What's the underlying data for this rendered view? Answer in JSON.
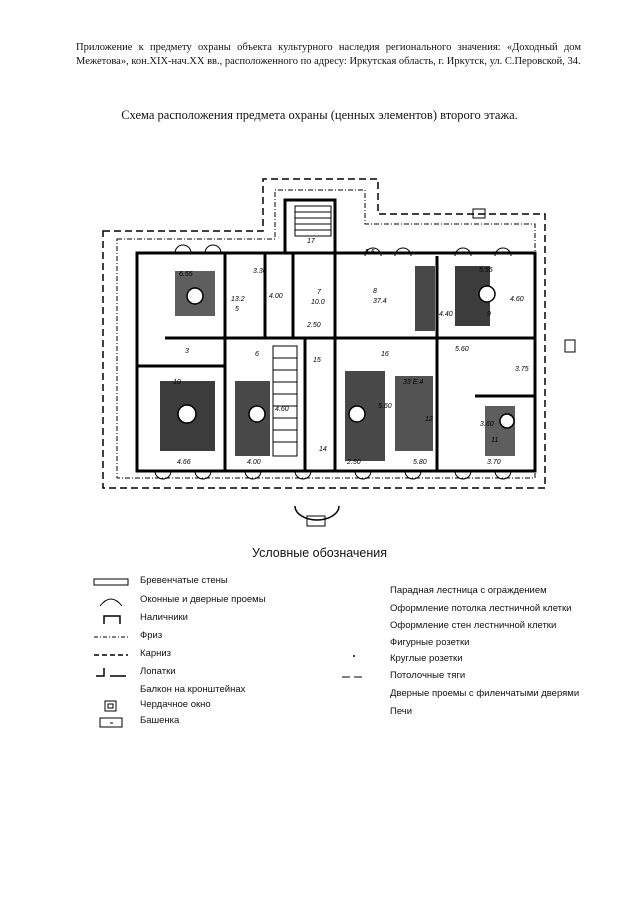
{
  "header": {
    "text": "Приложение к предмету охраны объекта культурного наследия регионального значения: «Доходный дом Межетова», кон.XIX-нач.XX вв., расположенного по адресу: Иркутская область, г. Иркутск, ул. С.Перовской, 34."
  },
  "title": "Схема расположения предмета охраны (ценных элементов) второго этажа.",
  "plan": {
    "room_labels": [
      "17",
      "5.5",
      "3.30",
      "13.2",
      "4.00",
      "10.0",
      "8",
      "37.4",
      "4.40",
      "5.55",
      "9",
      "4.60",
      "6.55",
      "5",
      "7",
      "2.50",
      "3",
      "6",
      "15",
      "16",
      "5.60",
      "3.75",
      "10",
      "4.60",
      "14",
      "5.60",
      "33 E.4",
      "12",
      "3.60",
      "11",
      "4.66",
      "4.00",
      "2.50",
      "5.80",
      "3.70"
    ]
  },
  "legend": {
    "title": "Условные обозначения",
    "left": [
      {
        "icon": "log-wall-icon",
        "label": "Бревенчатые стены"
      },
      {
        "icon": "window-door-opening-icon",
        "label": "Оконные и дверные проемы"
      },
      {
        "icon": "trim-icon",
        "label": "Наличники"
      },
      {
        "icon": "frieze-line-icon",
        "label": "Фриз"
      },
      {
        "icon": "cornice-line-icon",
        "label": "Карниз"
      },
      {
        "icon": "pilaster-icon",
        "label": "Лопатки"
      },
      {
        "icon": "bracket-balcony-icon",
        "label": "Балкон на кронштейнах"
      },
      {
        "icon": "attic-window-icon",
        "label": "Чердачное окно"
      },
      {
        "icon": "turret-icon",
        "label": "Башенка"
      }
    ],
    "right": [
      {
        "label": "Парадная лестница с ограждением"
      },
      {
        "label": "Оформление потолка лестничной клетки"
      },
      {
        "label": "Оформление стен лестничной клетки"
      },
      {
        "label": "Фигурные розетки"
      },
      {
        "icon": "round-rosette-icon",
        "label": "Круглые розетки"
      },
      {
        "icon": "ceiling-molding-icon",
        "label": "Потолочные тяги"
      },
      {
        "label": "Дверные проемы с филенчатыми дверями"
      },
      {
        "label": "Печи"
      }
    ]
  }
}
